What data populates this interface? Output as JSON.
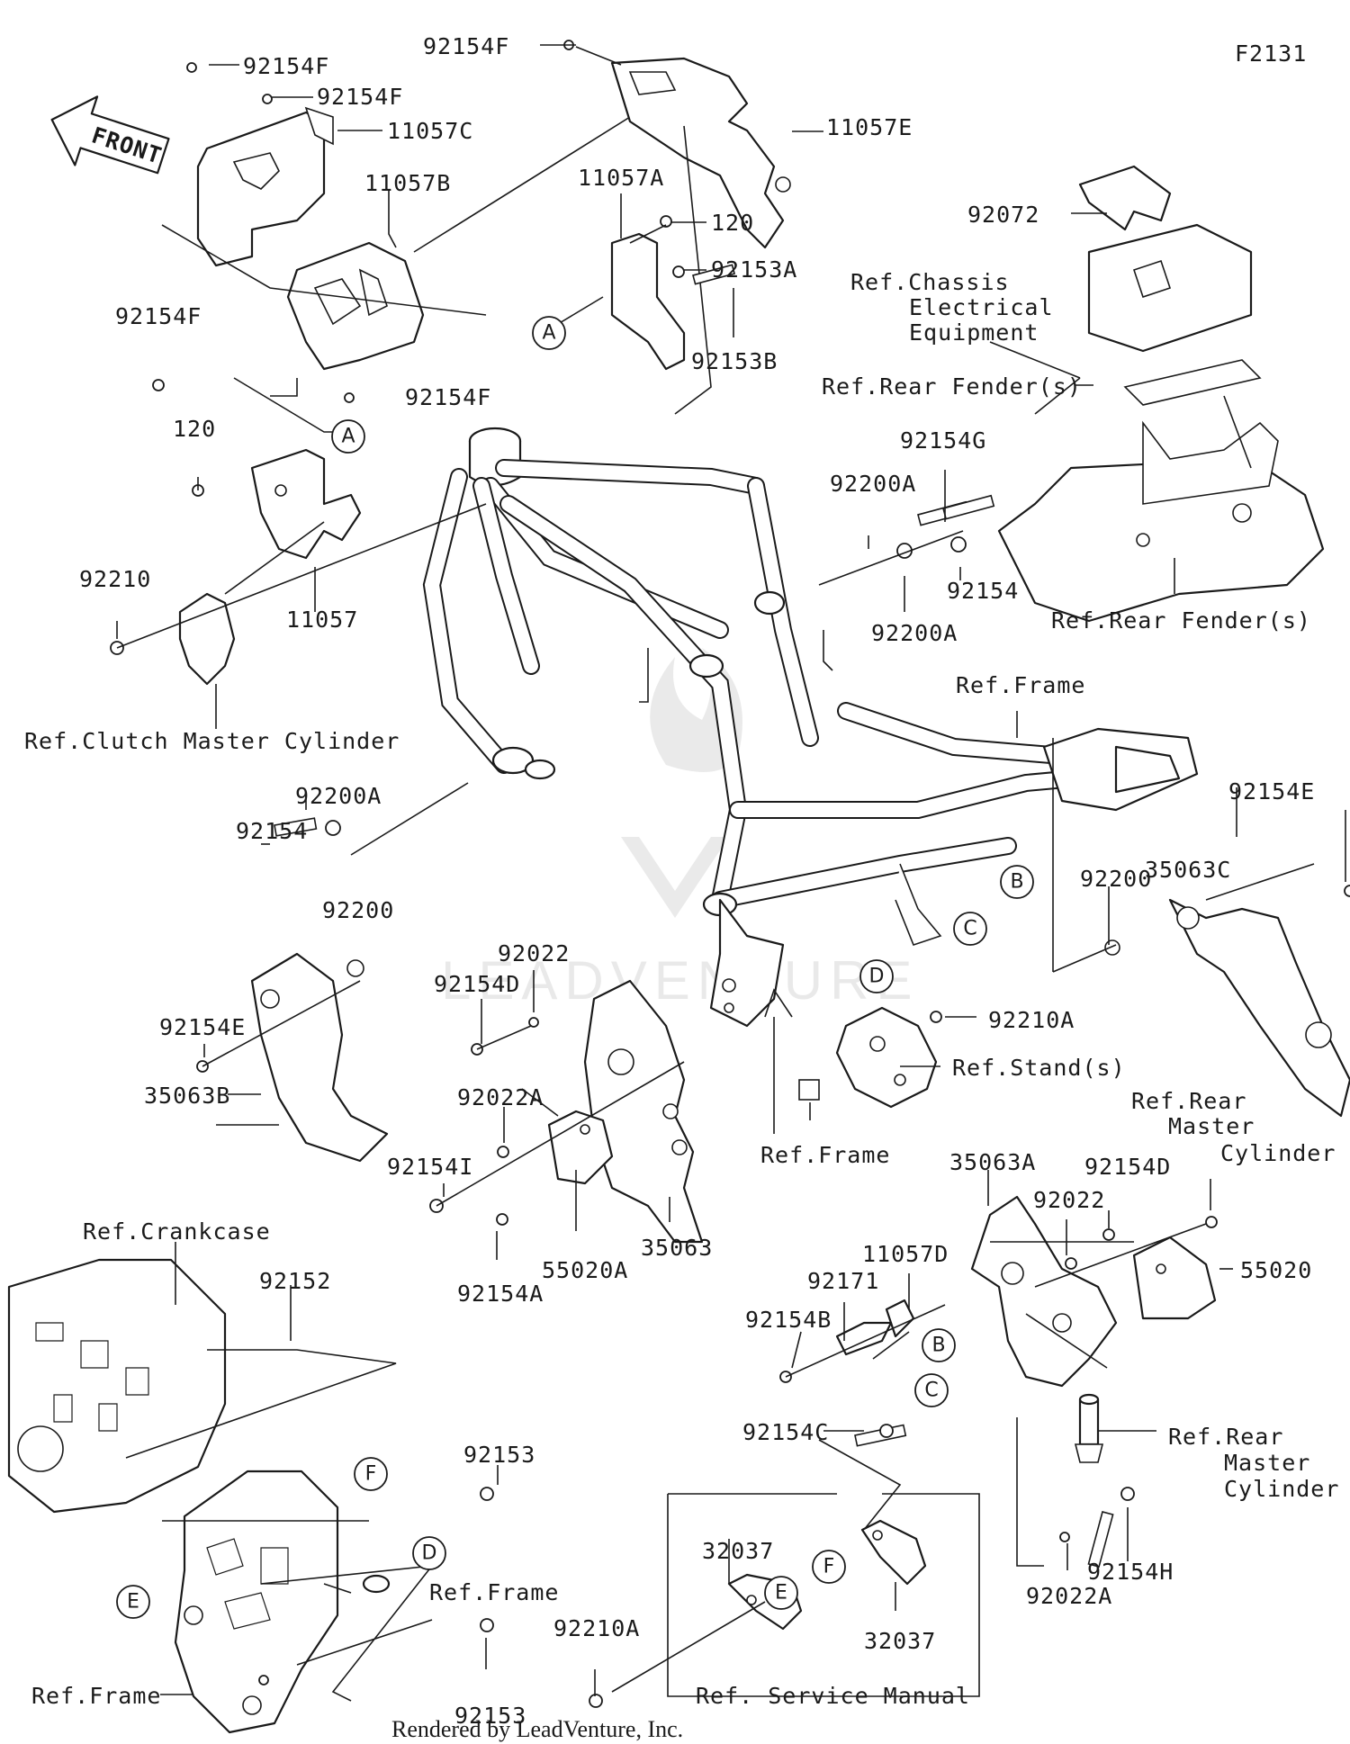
{
  "figure_code": "F2131",
  "front_arrow": "FRONT",
  "footer": "Rendered by LeadVenture, Inc.",
  "watermark": "LEADVENTURE",
  "labels": {
    "p92154F_a": "92154F",
    "p92154F_b": "92154F",
    "p92154F_c": "92154F",
    "p92154F_d": "92154F",
    "p92154F_e": "92154F",
    "p11057C": "11057C",
    "p11057B": "11057B",
    "p11057E": "11057E",
    "p11057A": "11057A",
    "p120_a": "120",
    "p120_b": "120",
    "p92153A": "92153A",
    "p92153B": "92153B",
    "p92072": "92072",
    "ref_chassis_1": "Ref.Chassis",
    "ref_chassis_2": "Electrical",
    "ref_chassis_3": "Equipment",
    "ref_rear_fender_a": "Ref.Rear Fender(s)",
    "ref_rear_fender_b": "Ref.Rear Fender(s)",
    "p92154G": "92154G",
    "p92200A_a": "92200A",
    "p92200A_b": "92200A",
    "p92200A_c": "92200A",
    "p92154_a": "92154",
    "p92154_b": "92154",
    "p92210": "92210",
    "p11057": "11057",
    "ref_clutch": "Ref.Clutch Master Cylinder",
    "ref_frame_a": "Ref.Frame",
    "ref_frame_b": "Ref.Frame",
    "ref_frame_c": "Ref.Frame",
    "ref_frame_d": "Ref.Frame",
    "p92154E_a": "92154E",
    "p92154E_b": "92154E",
    "p35063C": "35063C",
    "p92200_a": "92200",
    "p92200_b": "92200",
    "p92022_a": "92022",
    "p92022_b": "92022",
    "p92154D_a": "92154D",
    "p92154D_b": "92154D",
    "p92210A_a": "92210A",
    "p92210A_b": "92210A",
    "ref_stand": "Ref.Stand(s)",
    "p35063B": "35063B",
    "p92022A_a": "92022A",
    "p92022A_b": "92022A",
    "p92154I": "92154I",
    "p35063": "35063",
    "p55020A": "55020A",
    "p92154A": "92154A",
    "ref_rear_mc_a_1": "Ref.Rear",
    "ref_rear_mc_a_2": "Master",
    "ref_rear_mc_a_3": "Cylinder",
    "p35063A": "35063A",
    "p55020": "55020",
    "ref_crankcase": "Ref.Crankcase",
    "p92152": "92152",
    "p11057D": "11057D",
    "p92171": "92171",
    "p92154B": "92154B",
    "ref_rear_mc_b_1": "Ref.Rear",
    "ref_rear_mc_b_2": "Master",
    "ref_rear_mc_b_3": "Cylinder",
    "p92154C": "92154C",
    "p92153_a": "92153",
    "p92153_b": "92153",
    "p32037_a": "32037",
    "p32037_b": "32037",
    "p92154H": "92154H",
    "ref_service_manual": "Ref. Service Manual"
  },
  "callouts": {
    "A1": "A",
    "A2": "A",
    "B1": "B",
    "B2": "B",
    "C1": "C",
    "C2": "C",
    "D1": "D",
    "D2": "D",
    "E1": "E",
    "E2": "E",
    "F1": "F",
    "F2": "F"
  }
}
